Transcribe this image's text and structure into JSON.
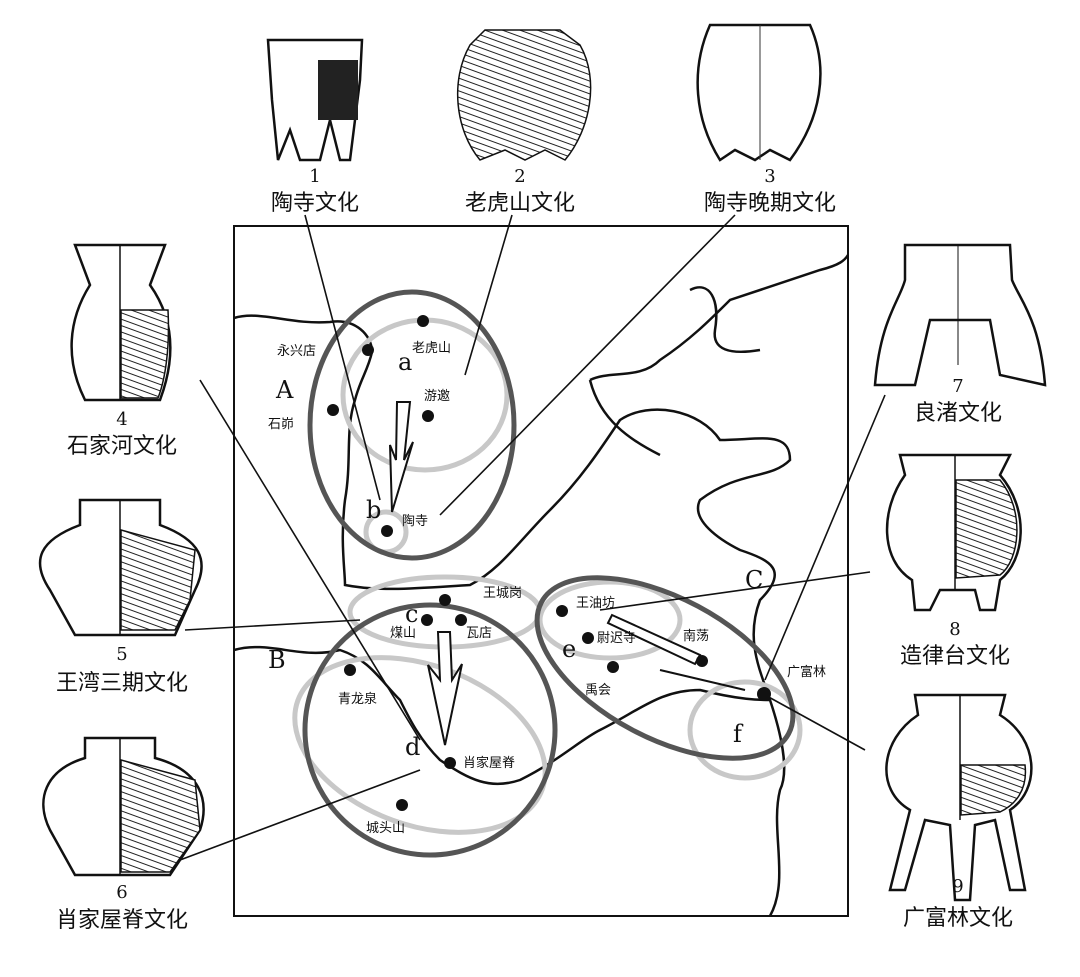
{
  "cultures": [
    {
      "num": "1",
      "name": "陶寺文化"
    },
    {
      "num": "2",
      "name": "老虎山文化"
    },
    {
      "num": "3",
      "name": "陶寺晚期文化"
    },
    {
      "num": "4",
      "name": "石家河文化"
    },
    {
      "num": "5",
      "name": "王湾三期文化"
    },
    {
      "num": "6",
      "name": "肖家屋脊文化"
    },
    {
      "num": "7",
      "name": "良渚文化"
    },
    {
      "num": "8",
      "name": "造律台文化"
    },
    {
      "num": "9",
      "name": "广富林文化"
    }
  ],
  "regions": {
    "A": "A",
    "B": "B",
    "C": "C"
  },
  "subregions": {
    "a": "a",
    "b": "b",
    "c": "c",
    "d": "d",
    "e": "e",
    "f": "f"
  },
  "sites": {
    "yongxingdian": "永兴店",
    "laohushan": "老虎山",
    "shimao": "石峁",
    "youyao": "游邀",
    "taosi": "陶寺",
    "wangchenggang": "王城岗",
    "meishan": "煤山",
    "wadian": "瓦店",
    "qinglongquan": "青龙泉",
    "xiaojiawuji": "肖家屋脊",
    "chengtoushan": "城头山",
    "wangyoufang": "王油坊",
    "yuchisi": "尉迟寺",
    "yuhui": "禹会",
    "nandang": "南荡",
    "guangfulin": "广富林"
  }
}
